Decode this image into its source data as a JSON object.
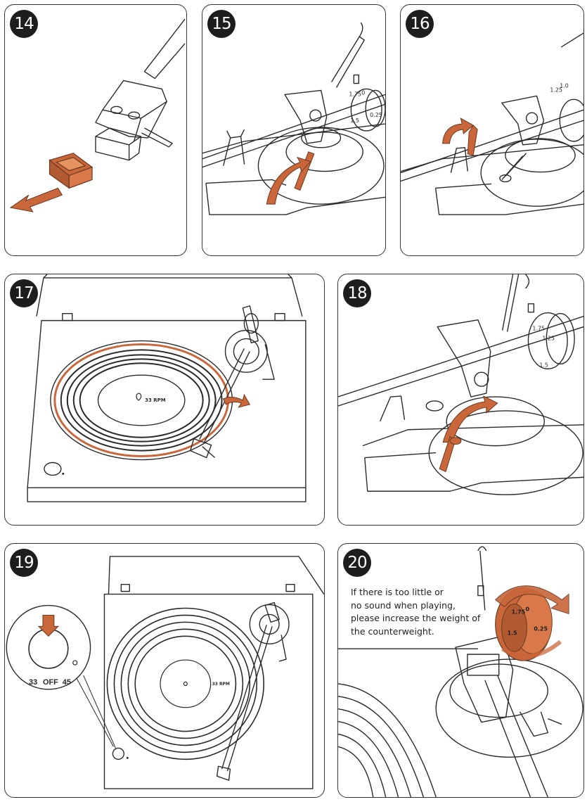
{
  "colors": {
    "accent": "#c9663a",
    "ink": "#2a2a2a",
    "badge": "#1d1d1d"
  },
  "steps": [
    {
      "number": "14"
    },
    {
      "number": "15"
    },
    {
      "number": "16"
    },
    {
      "number": "17",
      "speed_label": "33 RPM"
    },
    {
      "number": "18"
    },
    {
      "number": "19",
      "speed_label": "33 RPM",
      "knob_labels": {
        "left": "33",
        "middle": "OFF",
        "right": "45"
      }
    },
    {
      "number": "20",
      "caption_lines": [
        "If there is too little or",
        "no sound when playing,",
        "please increase the weight of",
        "the counterweight."
      ]
    }
  ],
  "dial_numbers": [
    "1.75",
    "0",
    "0.25",
    "1.5",
    "1.25",
    "1.0"
  ]
}
